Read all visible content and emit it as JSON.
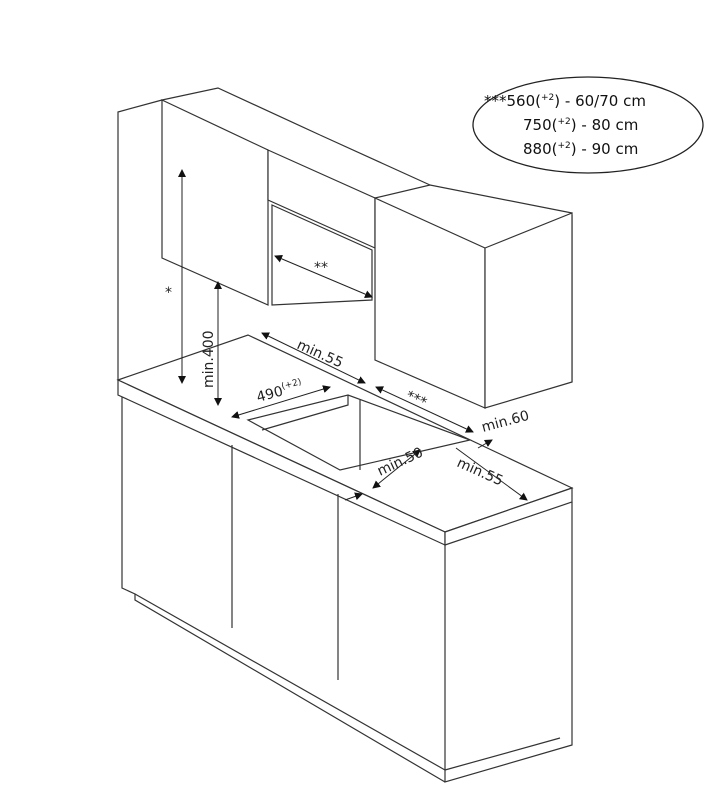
{
  "legend": {
    "marker": "***",
    "rows": [
      {
        "value": "560",
        "tolerance": "+2",
        "suffix": " - 60/70 cm"
      },
      {
        "value": "750",
        "tolerance": "+2",
        "suffix": " - 80 cm"
      },
      {
        "value": "880",
        "tolerance": "+2",
        "suffix": " - 90 cm"
      }
    ]
  },
  "dimensions": {
    "cabinet_height": "*",
    "hood_width": "**",
    "min_400": "min.400",
    "min_55_back": "min.55",
    "cutout_depth": "490",
    "cutout_tolerance": "+2",
    "cutout_width": "***",
    "min_60": "min.60",
    "min_50": "min.50",
    "min_55_side": "min.55"
  }
}
